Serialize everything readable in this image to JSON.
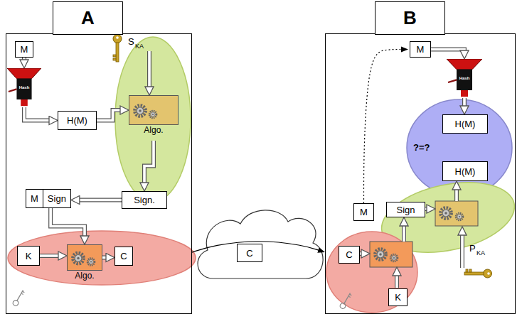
{
  "diagram": {
    "nodes": [
      {
        "text": [
          "A"
        ]
      },
      {
        "text": [
          "B"
        ]
      },
      {
        "text": [
          "M"
        ],
        "in": 0
      },
      {
        "text": [
          "Hash"
        ],
        "in": 0
      },
      {
        "text": [
          "H(M)"
        ],
        "in": 0
      },
      {
        "text": [
          "Algo."
        ],
        "in": 0
      },
      {
        "text": [
          "Sign."
        ],
        "in": 0
      },
      {
        "text": [
          "M",
          "Sign"
        ],
        "in": 0
      },
      {
        "text": [
          "K"
        ],
        "in": 0
      },
      {
        "text": [
          "Algo."
        ],
        "in": 0
      },
      {
        "text": [
          "C"
        ],
        "in": 0
      },
      {
        "text": [
          "C"
        ]
      },
      {
        "text": [
          "M"
        ],
        "in": 1
      },
      {
        "text": [
          "Hash"
        ],
        "in": 1
      },
      {
        "text": [
          "H(M)"
        ],
        "in": 1
      },
      {
        "text": [
          "H(M)"
        ],
        "in": 1
      },
      {
        "text": [
          "M"
        ],
        "in": 1
      },
      {
        "text": [
          "Sign"
        ],
        "in": 1
      },
      {
        "text": [
          "C"
        ],
        "in": 1
      },
      {
        "text": [
          "K"
        ],
        "in": 1
      }
    ],
    "edges": [
      {
        "from": 2,
        "to": 3,
        "arrow": "to"
      },
      {
        "from": 3,
        "to": 4,
        "arrow": "to"
      },
      {
        "from": 4,
        "to": 5,
        "arrow": "to"
      },
      {
        "from": 5,
        "to": 6,
        "arrow": "to"
      },
      {
        "from": 6,
        "to": 7,
        "arrow": "to"
      },
      {
        "from": 7,
        "to": 9,
        "arrow": "to"
      },
      {
        "from": 8,
        "to": 9,
        "arrow": "to"
      },
      {
        "from": 9,
        "to": 10,
        "arrow": "to"
      },
      {
        "from": 0,
        "to": 1,
        "arrow": "to"
      },
      {
        "from": 16,
        "to": 12,
        "arrow": "to"
      },
      {
        "from": 12,
        "to": 13,
        "arrow": "to"
      },
      {
        "from": 13,
        "to": 14,
        "arrow": "to"
      }
    ],
    "labels": [
      "S",
      "KA",
      "?=?",
      "P",
      "KA"
    ]
  }
}
